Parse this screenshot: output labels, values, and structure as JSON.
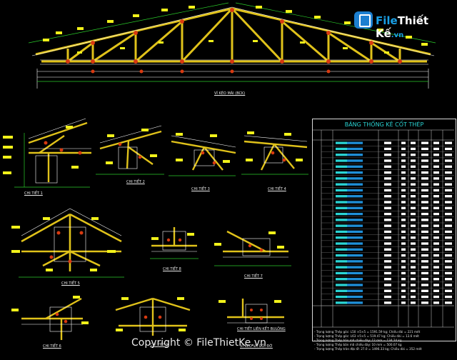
{
  "captions": {
    "main": "VÌ KÈO MÁI (BCK)",
    "d1": "CHI TIẾT 1",
    "d2": "CHI TIẾT 2",
    "d3": "CHI TIẾT 3",
    "d4": "CHI TIẾT 4",
    "d5": "CHI TIẾT 5",
    "d6": "CHI TIẾT 6",
    "d7": "CHI TIẾT 7",
    "d8": "CHI TIẾT 8",
    "d9": "CHI TIẾT 9",
    "d10": "CHI TIẾT LIÊN KẾT BULÔNG",
    "d11": "VÌ KÈO VÀ GỐI ĐỠ"
  },
  "table": {
    "title": "BẢNG THỐNG KÊ CỐT THÉP",
    "row_count": 28
  },
  "summary": [
    "- Trọng lượng Thép góc:   L50 ×5×5  =   1591.59 kg; Chiều dài = 221 mét",
    "- Trọng lượng Thép góc:   L63 ×5×5  =   519.47 kg; Chiều dài = 13.6 mét",
    "- Trọng lượng Thép bản mã chiều dày:   12 mm  =   134.24 kg",
    "- Trọng lượng Thép bản mã chiều dày:   10 mm  =   500.07 kg",
    "- Trọng lượng Thép tròn đặc Ø:  27.0  =  1496.33 kg; Chiều dài = 352 mét"
  ],
  "watermark": {
    "logo_word1": "File",
    "logo_word2": "Thiết Kế",
    "logo_suffix": ".vn",
    "bottom": "Copyright © FileThietKe.vn"
  },
  "colors": {
    "background": "#000000",
    "truss": "#e0c21a",
    "line": "#ffffff",
    "label": "#f2f21a",
    "dim": "#2acc2a",
    "marker": "#d83a10",
    "table_title": "#2ad4d4"
  }
}
